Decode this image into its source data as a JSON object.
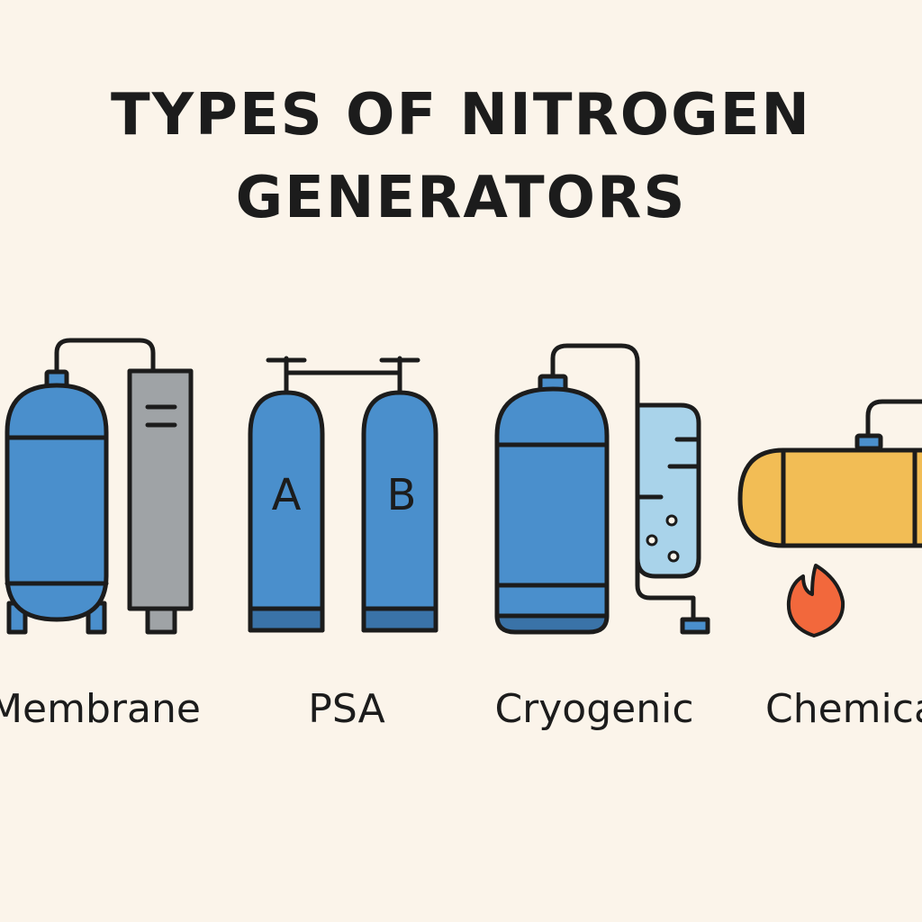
{
  "title": {
    "line1": "TYPES OF NITROGEN",
    "line2": "GENERATORS"
  },
  "generators": [
    {
      "id": "membrane",
      "label": "Membrane",
      "icon": "membrane-generator-icon"
    },
    {
      "id": "psa",
      "label": "PSA",
      "icon": "psa-generator-icon",
      "tank_labels": [
        "A",
        "B"
      ]
    },
    {
      "id": "cryogenic",
      "label": "Cryogenic",
      "icon": "cryogenic-generator-icon"
    },
    {
      "id": "chemical",
      "label": "Chemical",
      "icon": "chemical-generator-icon"
    }
  ],
  "colors": {
    "background": "#fbf4ea",
    "tank_blue": "#4a8fcc",
    "tank_blue_dark": "#3a73a8",
    "membrane_gray": "#9fa3a6",
    "cryo_liquid": "#a9d3ea",
    "chemical_yellow": "#f2bd55",
    "flame": "#f2683c",
    "outline": "#1c1c1c"
  }
}
